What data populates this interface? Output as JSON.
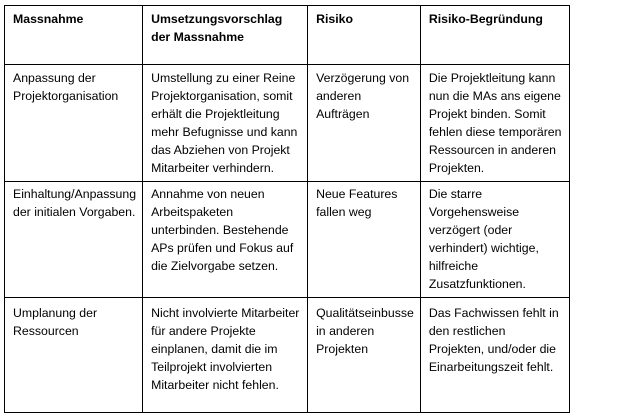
{
  "table": {
    "headers": [
      "Massnahme",
      "Umsetzungsvorschlag der Massnahme",
      "Risiko",
      "Risiko-Begründung"
    ],
    "rows": [
      [
        "Anpassung der Projektorganisation",
        "Umstellung zu einer Reine Projektorganisation, somit erhält die Projektleitung mehr Befugnisse und kann das Abziehen von Projekt Mitarbeiter verhindern.",
        "Verzögerung von anderen Aufträgen",
        "Die Projektleitung kann nun die MAs ans eigene Projekt binden. Somit fehlen diese temporären Ressourcen in anderen Projekten."
      ],
      [
        "Einhaltung/Anpassung der initialen Vorgaben.",
        "Annahme von neuen Arbeitspaketen unterbinden. Bestehende APs prüfen und Fokus auf die Zielvorgabe setzen.",
        "Neue Features fallen weg",
        "Die starre Vorgehensweise verzögert (oder verhindert) wichtige, hilfreiche Zusatzfunktionen."
      ],
      [
        "Umplanung der Ressourcen",
        "Nicht involvierte Mitarbeiter für andere Projekte einplanen, damit die im Teilprojekt involvierten Mitarbeiter nicht fehlen.",
        "Qualitätseinbusse in anderen Projekten",
        "Das Fachwissen fehlt in den restlichen Projekten, und/oder die Einarbeitungszeit fehlt."
      ]
    ]
  }
}
